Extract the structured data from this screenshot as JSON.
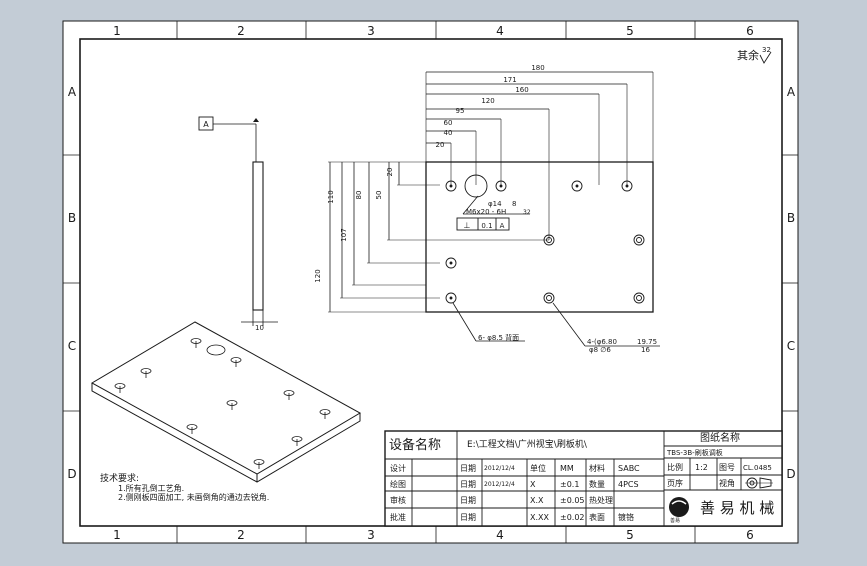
{
  "border": {
    "cols": [
      "1",
      "2",
      "3",
      "4",
      "5",
      "6"
    ],
    "rows": [
      "A",
      "B",
      "C",
      "D"
    ]
  },
  "surface_mark": {
    "symbol_text": "其余",
    "roughness": "32"
  },
  "side_view": {
    "datum": "A",
    "thickness": "10"
  },
  "dims": {
    "horizontal": [
      "180",
      "171",
      "160",
      "120",
      "95",
      "60",
      "40",
      "20"
    ],
    "vertical": [
      "110",
      "107",
      "80",
      "50",
      "20",
      "120"
    ]
  },
  "notes": {
    "hole_callout": "φ14",
    "hole_callout_depth": "8",
    "thread_callout": "M6x20 - 6H",
    "thread_depth": "32",
    "tolerance_frame": [
      "⊥",
      "0.1",
      "A"
    ],
    "pin_holes": "6- φ8.5 背面",
    "counterbore_a": "4-(φ6.80",
    "counterbore_a_depth": "19.75",
    "counterbore_b": "φ8 ∅6",
    "counterbore_b_depth": "16"
  },
  "requirements": {
    "title": "技术要求:",
    "items": [
      "1.所有孔倒工艺角.",
      "2.侧刚板四面加工, 未画倒角的通边去锐角."
    ]
  },
  "title_block": {
    "equipment_label": "设备名称",
    "equipment_path": "E:\\工程文档\\广州视宝\\刷板机\\",
    "drawing_name_label": "图纸名称",
    "drawing_name": "TBS-3B-刷板调板",
    "rows": [
      {
        "role": "设计",
        "date_label": "日期",
        "date": "2012/12/4",
        "c1": "单位",
        "c2": "MM",
        "c3": "材料",
        "c4": "SABC"
      },
      {
        "role": "绘图",
        "date_label": "日期",
        "date": "2012/12/4",
        "c1": "X",
        "c2": "±0.1",
        "c3": "数量",
        "c4": "4PCS"
      },
      {
        "role": "审核",
        "date_label": "日期",
        "date": "",
        "c1": "X.X",
        "c2": "±0.05",
        "c3": "热处理",
        "c4": ""
      },
      {
        "role": "批准",
        "date_label": "日期",
        "date": "",
        "c1": "X.XX",
        "c2": "±0.02",
        "c3": "表面",
        "c4": "镀铬"
      }
    ],
    "scale_label": "比例",
    "scale": "1:2",
    "drawing_no_label": "图号",
    "drawing_no": "CL.0485",
    "page_label": "页序",
    "view_label": "视角",
    "company": "善 易 机 械",
    "logo_text": "善易"
  }
}
